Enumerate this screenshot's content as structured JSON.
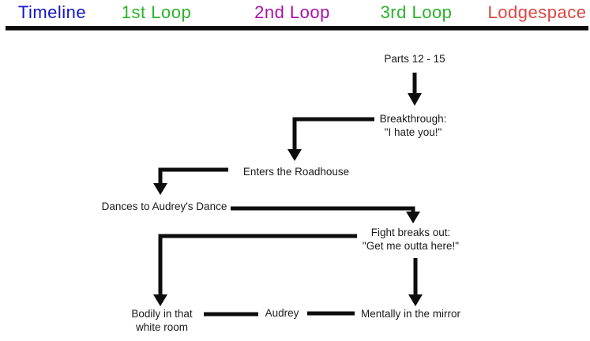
{
  "header": {
    "columns": [
      {
        "label": "Timeline",
        "color": "#1414CC"
      },
      {
        "label": "1st Loop",
        "color": "#29B329"
      },
      {
        "label": "2nd Loop",
        "color": "#AA11AA"
      },
      {
        "label": "3rd Loop",
        "color": "#29B329"
      },
      {
        "label": "Lodgespace",
        "color": "#E04343"
      }
    ]
  },
  "nodes": {
    "parts": {
      "text": "Parts 12 - 15"
    },
    "breakthrough": {
      "line1": "Breakthrough:",
      "line2": "\"I hate you!\""
    },
    "enters": {
      "text": "Enters the Roadhouse"
    },
    "dances": {
      "text": "Dances to Audrey's Dance"
    },
    "fight": {
      "line1": "Fight breaks out:",
      "line2": "\"Get me outta here!\""
    },
    "bodily": {
      "line1": "Bodily in that",
      "line2": "white room"
    },
    "audrey": {
      "text": "Audrey"
    },
    "mentally": {
      "text": "Mentally in the mirror"
    }
  },
  "edges": [
    {
      "from": "parts",
      "to": "breakthrough",
      "style": "arrow-down"
    },
    {
      "from": "breakthrough",
      "to": "enters",
      "style": "left-then-down-arrow"
    },
    {
      "from": "enters",
      "to": "dances",
      "style": "left-then-down-arrow"
    },
    {
      "from": "dances",
      "to": "fight",
      "style": "right-then-down-arrow"
    },
    {
      "from": "fight",
      "to": "bodily",
      "style": "left-then-down-arrow"
    },
    {
      "from": "fight",
      "to": "mentally",
      "style": "arrow-down"
    },
    {
      "from": "bodily",
      "to": "audrey",
      "style": "plain-line"
    },
    {
      "from": "audrey",
      "to": "mentally",
      "style": "plain-line"
    }
  ],
  "colors": {
    "background": "#FFFFFF",
    "line": "#0D0D0D",
    "node_text": "#1A1A1A"
  }
}
